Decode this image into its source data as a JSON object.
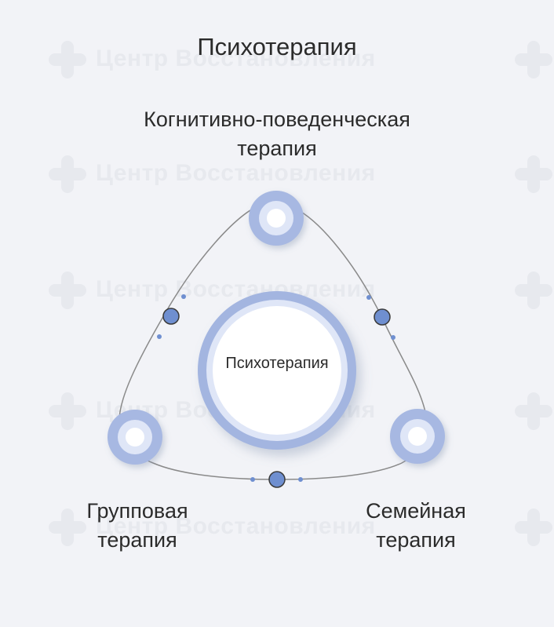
{
  "title": "Психотерапия",
  "center_label": "Психотерапия",
  "nodes": {
    "top": {
      "line1": "Когнитивно-поведенческая",
      "line2": "терапия"
    },
    "left": {
      "line1": "Групповая",
      "line2": "терапия"
    },
    "right": {
      "line1": "Семейная",
      "line2": "терапия"
    }
  },
  "watermark": "Центр Восстановления",
  "colors": {
    "background": "#f2f3f7",
    "ring_outer": "#9fb2de",
    "ring_light": "#dde4f5",
    "dot": "#6f8fd0",
    "line": "#8a8a8a",
    "text": "#2b2b2b"
  }
}
